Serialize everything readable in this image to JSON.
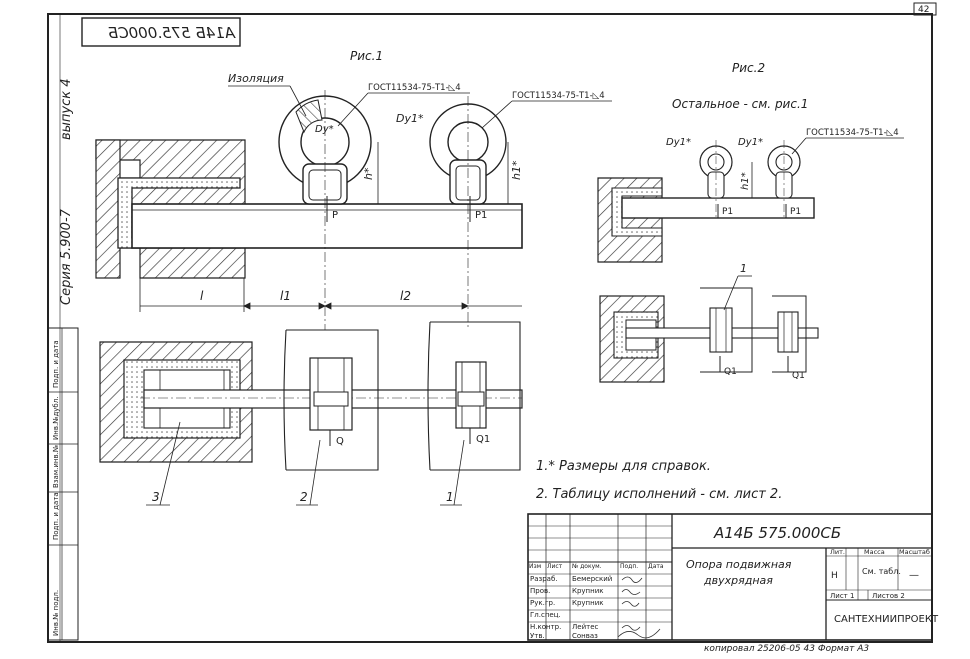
{
  "sheet": {
    "page_number": "42",
    "stamp_code_mirrored": "А14Б 575.000СБ",
    "series_label": "Серия 5.900-7",
    "issue_label": "выпуск 4",
    "copy_line": "копировал 25206-05  43  Формат А3"
  },
  "side_strip": [
    "Инв.№ подл.",
    "Подп. и дата",
    "Взам.инв.№",
    "Инв.№дубл.",
    "Подп. и дата"
  ],
  "fig1": {
    "title": "Рис.1",
    "insulation": "Изоляция",
    "weld_left": "ГОСТ11534-75-Т1-◺4",
    "weld_right": "ГОСТ11534-75-Т1-◺4",
    "dy_left": "Dу*",
    "dy_right": "Dу1*",
    "h_left": "h*",
    "h_right": "h1*",
    "p_left": "P",
    "p_right": "P1",
    "dim_l": "l",
    "dim_l1": "l1",
    "dim_l2": "l2",
    "q_left": "Q",
    "q_right": "Q1",
    "callout_3": "3",
    "callout_2": "2",
    "callout_1": "1"
  },
  "fig2": {
    "title": "Рис.2",
    "rest": "Остальное - см. рис.1",
    "dy_left": "Dу1*",
    "dy_right": "Dу1*",
    "weld": "ГОСТ11534-75-Т1-◺4",
    "h": "h1*",
    "p_left": "P1",
    "p_right": "P1",
    "callout": "1",
    "q_left": "Q1",
    "q_right": "Q1"
  },
  "notes": [
    "1.* Размеры для справок.",
    "2. Таблицу исполнений - см. лист 2."
  ],
  "title_block": {
    "doc_code": "А14Б 575.000СБ",
    "name_line1": "Опора подвижная",
    "name_line2": "двухрядная",
    "head_cols": [
      "Изм",
      "Лист",
      "№ докум.",
      "Подп.",
      "Дата"
    ],
    "rows": [
      {
        "role": "Разраб.",
        "person": "Бемерский"
      },
      {
        "role": "Пров.",
        "person": "Крупник"
      },
      {
        "role": "Рук.гр.",
        "person": "Крупник"
      },
      {
        "role": "Гл.спец.",
        "person": ""
      },
      {
        "role": "Н.контр.",
        "person": "Лейтес"
      },
      {
        "role": "Утв.",
        "person": "Сонваз"
      }
    ],
    "lit_label": "Лит.",
    "mass_label": "Масса",
    "scale_label": "Масштаб",
    "lit_value": "Н",
    "mass_value": "См. табл.",
    "scale_value": "—",
    "sheet_label": "Лист 1",
    "sheets_label": "Листов 2",
    "org": "САНТЕХНИИПРОЕКТ"
  }
}
